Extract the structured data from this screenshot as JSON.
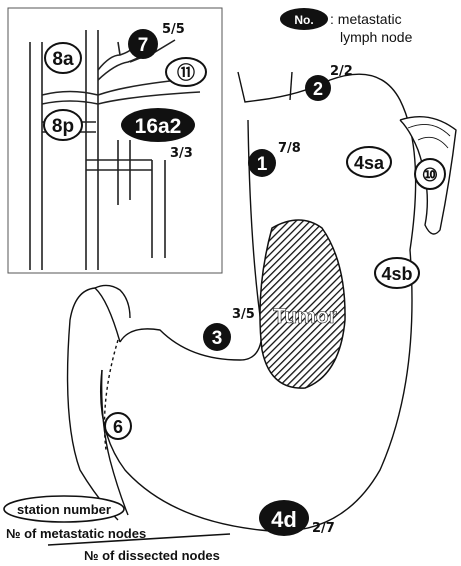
{
  "legend": {
    "key_symbol": "No.",
    "key_text_line1": ": metastatic",
    "key_text_line2": "lymph node"
  },
  "inset": {
    "nodes": [
      {
        "id": "8a",
        "label": "8a",
        "metastatic": false
      },
      {
        "id": "8p",
        "label": "8p",
        "metastatic": false
      },
      {
        "id": "7",
        "label": "7",
        "metastatic": true,
        "ratio": "5/5"
      },
      {
        "id": "11",
        "label": "⑪",
        "metastatic": false
      },
      {
        "id": "16a2",
        "label": "16a2",
        "metastatic": true,
        "ratio": "3/3"
      }
    ]
  },
  "stomach": {
    "tumor_label": "Tumor",
    "nodes": [
      {
        "id": "1",
        "label": "1",
        "metastatic": true,
        "ratio": "7/8"
      },
      {
        "id": "2",
        "label": "2",
        "metastatic": true,
        "ratio": "2/2"
      },
      {
        "id": "3",
        "label": "3",
        "metastatic": true,
        "ratio": "3/5"
      },
      {
        "id": "4sa",
        "label": "4sa",
        "metastatic": false
      },
      {
        "id": "4sb",
        "label": "4sb",
        "metastatic": false
      },
      {
        "id": "4d",
        "label": "4d",
        "metastatic": true,
        "ratio": "2/7"
      },
      {
        "id": "6",
        "label": "6",
        "metastatic": false
      },
      {
        "id": "10",
        "label": "⑩",
        "metastatic": false
      }
    ]
  },
  "key_explanation": {
    "station_number": "station number",
    "metastatic_nodes": "№ of metastatic nodes",
    "dissected_nodes": "№ of dissected nodes"
  },
  "colors": {
    "ink": "#111111",
    "paper": "#ffffff"
  }
}
